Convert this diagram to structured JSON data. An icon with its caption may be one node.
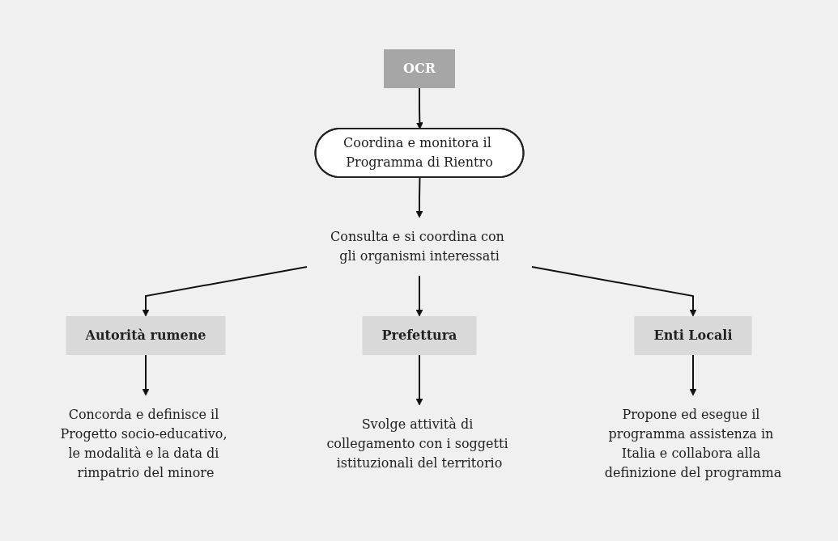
{
  "diagram": {
    "nodes": [
      {
        "text": [
          "OCR"
        ]
      },
      {
        "text": [
          "Coordina e monitora il Programma di Rientro"
        ]
      },
      {
        "text": [
          "Consulta e si coordina con gli organismi interessati"
        ]
      },
      {
        "text": [
          "Autorità rumene"
        ]
      },
      {
        "text": [
          "Prefettura"
        ]
      },
      {
        "text": [
          "Enti Locali"
        ]
      },
      {
        "text": [
          "Concorda e definisce il Progetto socio-educativo, le modalità e la data di rimpatrio del minore"
        ]
      },
      {
        "text": [
          "Svolge attività di collegamento con i soggetti istituzionali del territorio"
        ]
      },
      {
        "text": [
          "Propone ed esegue il programma assistenza in Italia e collabora alla definizione del programma"
        ]
      }
    ],
    "edges": [
      {
        "from": 0,
        "to": 1,
        "arrow": "to"
      },
      {
        "from": 1,
        "to": 2,
        "arrow": "to"
      },
      {
        "from": 2,
        "to": 3,
        "arrow": "to"
      },
      {
        "from": 2,
        "to": 4,
        "arrow": "to"
      },
      {
        "from": 2,
        "to": 5,
        "arrow": "to"
      },
      {
        "from": 3,
        "to": 6,
        "arrow": "to"
      },
      {
        "from": 4,
        "to": 7,
        "arrow": "to"
      },
      {
        "from": 5,
        "to": 8,
        "arrow": "to"
      }
    ]
  }
}
